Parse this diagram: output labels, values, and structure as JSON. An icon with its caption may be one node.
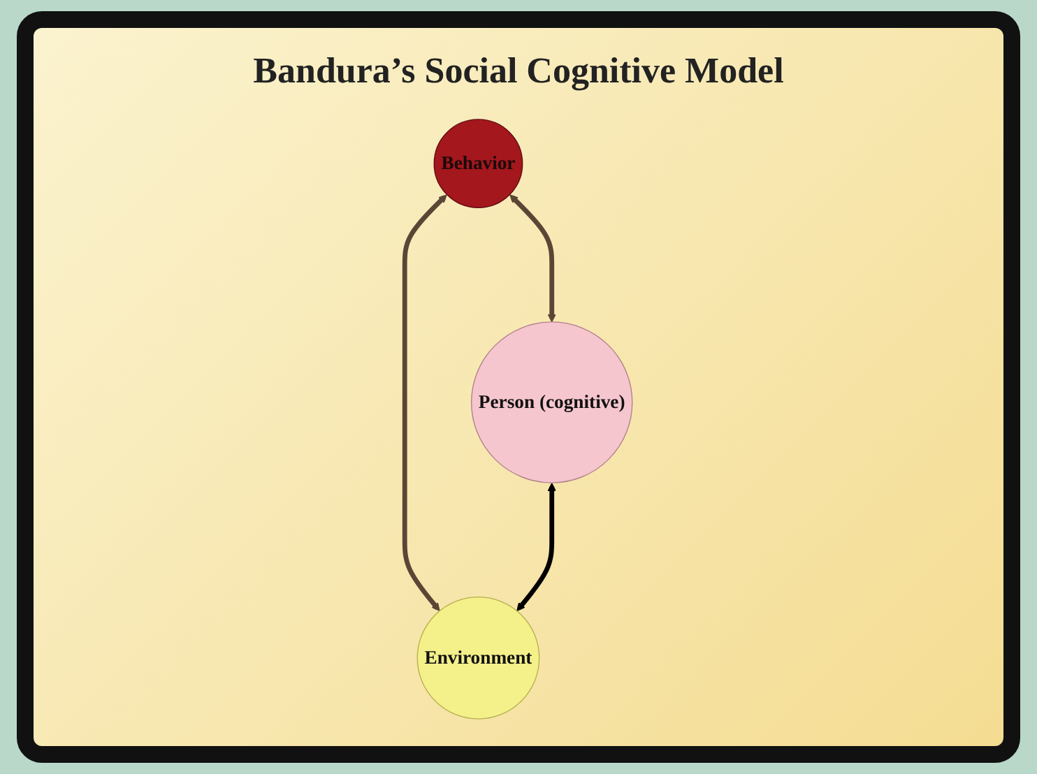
{
  "diagram": {
    "title": "Bandura’s Social Cognitive Model",
    "nodes": [
      {
        "text": [
          "Behavior"
        ]
      },
      {
        "text": [
          "Person (cognitive)"
        ]
      },
      {
        "text": [
          "Environment"
        ]
      }
    ],
    "edges": [
      {
        "from": 0,
        "to": 1,
        "arrow": "both"
      },
      {
        "from": 0,
        "to": 2,
        "arrow": "both"
      },
      {
        "from": 1,
        "to": 2,
        "arrow": "both",
        "color": "#000000"
      }
    ]
  }
}
